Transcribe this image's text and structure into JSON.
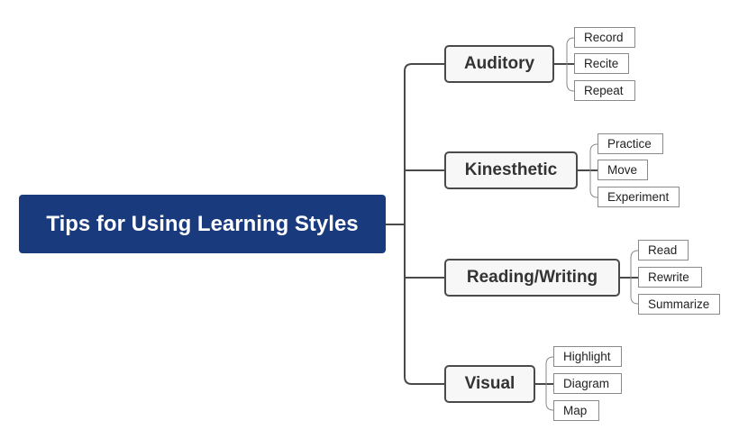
{
  "root": {
    "label": "Tips for Using Learning Styles",
    "color": "#1a3a7e"
  },
  "branches": [
    {
      "label": "Auditory",
      "children": [
        "Record",
        "Recite",
        "Repeat"
      ]
    },
    {
      "label": "Kinesthetic",
      "children": [
        "Practice",
        "Move",
        "Experiment"
      ]
    },
    {
      "label": "Reading/Writing",
      "children": [
        "Read",
        "Rewrite",
        "Summarize"
      ]
    },
    {
      "label": "Visual",
      "children": [
        "Highlight",
        "Diagram",
        "Map"
      ]
    }
  ],
  "colors": {
    "connector": "#4a4a4a",
    "leaf_connector": "#8a8a8a",
    "branch_fill": "#f7f7f7",
    "leaf_border": "#8a8a8a"
  }
}
